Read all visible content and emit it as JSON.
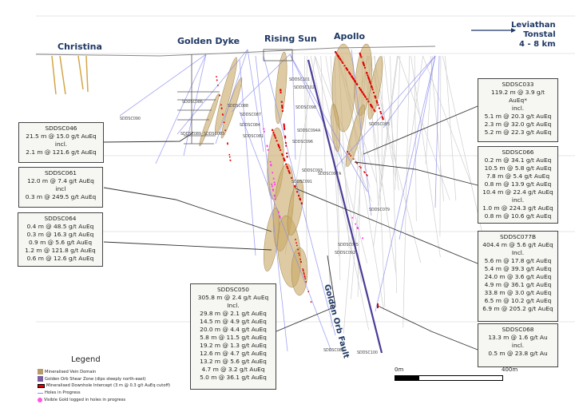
{
  "areas": {
    "christina": "Christina",
    "golden_dyke": "Golden Dyke",
    "rising_sun": "Rising Sun",
    "apollo": "Apollo"
  },
  "direction": {
    "line1": "Leviathan",
    "line2": "Tonstal",
    "line3": "4 - 8 km"
  },
  "fault_label": "Golden Orb Fault",
  "scale": {
    "start": "0m",
    "end": "400m"
  },
  "holes": [
    "SDDSC090",
    "SDDSC089",
    "SDDSC086",
    "SDDSC088",
    "SDDSC087",
    "SDDSC084",
    "SDDSC083",
    "SDDSC081",
    "SDDSC101",
    "SDDSC102",
    "SDDSC098",
    "SDDSC094A",
    "SDDSC096",
    "SDDSC095",
    "SDDSC093",
    "SDDSC097A",
    "SDDSC091",
    "SDDSC079",
    "SDDSC085",
    "SDDSC092",
    "SDDSC082",
    "SDDSC100"
  ],
  "intercepts": {
    "sddsc046": {
      "title": "SDDSC046",
      "lines": [
        "21.5 m @ 15.0 g/t AuEq",
        "incl.",
        "2.1 m @ 121.6 g/t AuEq"
      ]
    },
    "sddsc061": {
      "title": "SDDSC061",
      "lines": [
        "12.0 m @ 7.4 g/t AuEq",
        "incl",
        "0.3 m @ 249.5 g/t AuEq"
      ]
    },
    "sddsc064": {
      "title": "SDDSC064",
      "lines": [
        "0.4 m @ 48.5 g/t AuEq",
        "0.3 m @ 16.3 g/t AuEq",
        "0.9 m @ 5.6 g/t AuEq",
        "1.2 m @ 121.8 g/t AuEq",
        "0.6 m @ 12.6 g/t AuEq"
      ]
    },
    "sddsc033": {
      "title": "SDDSC033",
      "lines": [
        "119.2 m @ 3.9 g/t",
        "AuEq*",
        "incl.",
        "5.1 m @ 20.3 g/t AuEq",
        "2.3 m @ 32.0 g/t AuEq",
        "5.2 m @ 22.3 g/t AuEq"
      ]
    },
    "sddsc066": {
      "title": "SDDSC066",
      "lines": [
        "0.2 m @ 34.1 g/t AuEq",
        "10.5 m @ 5.8 g/t AuEq",
        "7.8 m @ 5.4 g/t AuEq",
        "0.8 m @ 13.9 g/t AuEq",
        "10.4 m @ 22.4 g/t AuEq",
        "incl.",
        "1.0 m @ 224.3 g/t AuEq",
        "0.8 m @ 10.6 g/t AuEq"
      ]
    },
    "sddsc077b": {
      "title": "SDDSC077B",
      "lines": [
        "404.4 m @ 5.6 g/t AuEq",
        "Incl.",
        "5.6 m @ 17.8 g/t AuEq",
        "5.4 m @ 39.3 g/t AuEq",
        "24.0 m @ 3.6 g/t AuEq",
        "4.9 m @ 36.1 g/t AuEq",
        "33.8 m @ 3.0 g/t AuEq",
        "6.5 m @ 10.2 g/t AuEq",
        "6.9 m @ 205.2 g/t AuEq"
      ]
    },
    "sddsc068": {
      "title": "SDDSC068",
      "lines": [
        "13.3 m @ 1.6 g/t Au",
        "incl.",
        "0.5 m @ 23.8 g/t Au"
      ]
    },
    "sddsc050": {
      "title": "SDDSC050",
      "lines": [
        "305.8 m @ 2.4 g/t AuEq",
        "Incl.",
        "29.8 m @ 2.1 g/t AuEq",
        "14.5 m @ 4.9 g/t AuEq",
        "20.0 m @ 4.4 g/t AuEq",
        "5.8 m @ 11.5 g/t AuEq",
        "19.2 m @ 1.3 g/t AuEq",
        "12.6 m @ 4.7 g/t AuEq",
        "13.2 m @ 5.6 g/t AuEq",
        "4.7 m @ 3.2 g/t AuEq",
        "5.0 m @ 36.1 g/t AuEq"
      ]
    }
  },
  "legend": {
    "title": "Legend",
    "items": [
      {
        "label": "Mineralised Vein Domain",
        "color": "#b59a6a",
        "icon": "square"
      },
      {
        "label": "Golden Orb Shear Zone (dips steeply north-east)",
        "color": "#7a5fa0",
        "icon": "square"
      },
      {
        "label": "Mineralised Downhole Intercept (3 m @ 0.3 g/t AuEq cutoff)",
        "color": "#e00000",
        "icon": "bar"
      },
      {
        "label": "Holes in Progress",
        "color": "#8888ff",
        "icon": "line"
      },
      {
        "label": "Visible Gold logged in holes in progress",
        "color": "#ff55dd",
        "icon": "dot"
      }
    ]
  },
  "colors": {
    "vein": "#c8a866",
    "intercept": "#e00000",
    "hole": "#8a8cf0",
    "fault": "#4b3c96",
    "visible_gold": "#ff33ee",
    "title": "#1f3864"
  }
}
